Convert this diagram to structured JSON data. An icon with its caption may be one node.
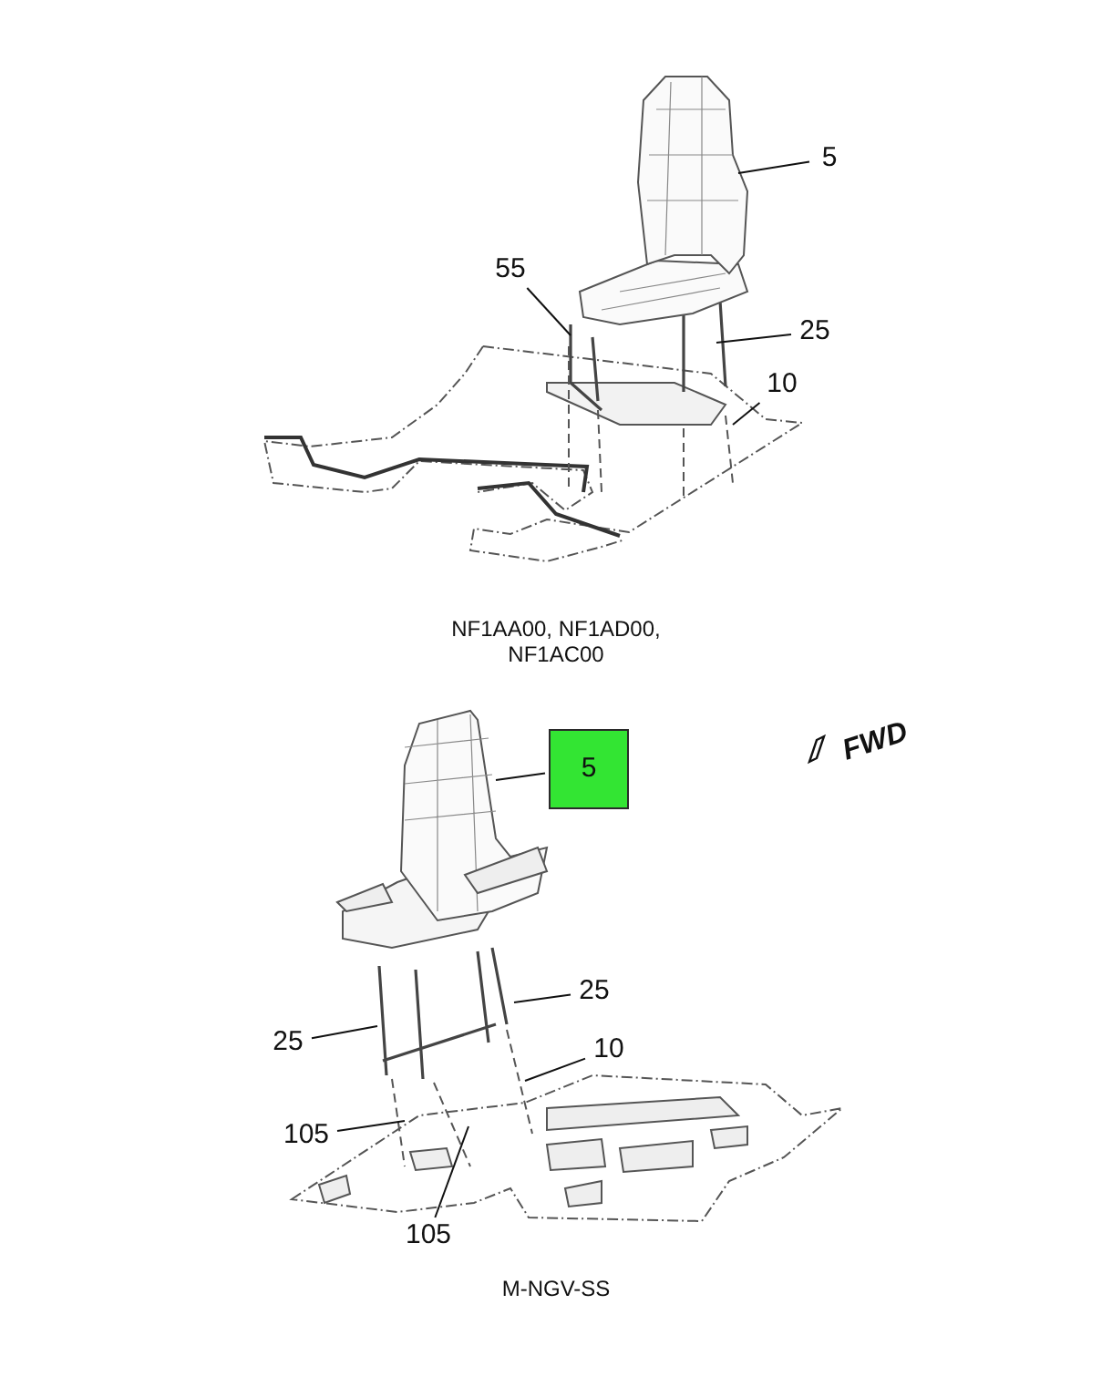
{
  "diagram": {
    "nodes": [
      {
        "text": [
          "5"
        ]
      },
      {
        "text": [
          "55"
        ]
      },
      {
        "text": [
          "25"
        ]
      },
      {
        "text": [
          "10"
        ]
      },
      {
        "text": [
          "5"
        ]
      },
      {
        "text": [
          "25"
        ]
      },
      {
        "text": [
          "25"
        ]
      },
      {
        "text": [
          "10"
        ]
      },
      {
        "text": [
          "105"
        ]
      },
      {
        "text": [
          "105"
        ]
      }
    ],
    "edges": [
      {
        "from": 0,
        "to": null,
        "arrow": "none"
      },
      {
        "from": 1,
        "to": null,
        "arrow": "none"
      },
      {
        "from": 2,
        "to": null,
        "arrow": "none"
      },
      {
        "from": 3,
        "to": null,
        "arrow": "none"
      },
      {
        "from": 4,
        "to": null,
        "arrow": "none"
      },
      {
        "from": 5,
        "to": null,
        "arrow": "none"
      },
      {
        "from": 6,
        "to": null,
        "arrow": "none"
      },
      {
        "from": 7,
        "to": null,
        "arrow": "none"
      },
      {
        "from": 8,
        "to": null,
        "arrow": "none"
      },
      {
        "from": 9,
        "to": null,
        "arrow": "none"
      }
    ],
    "labels": [
      "NF1AA00, NF1AD00, NF1AC00",
      "FWD",
      "M-NGV-SS"
    ]
  }
}
